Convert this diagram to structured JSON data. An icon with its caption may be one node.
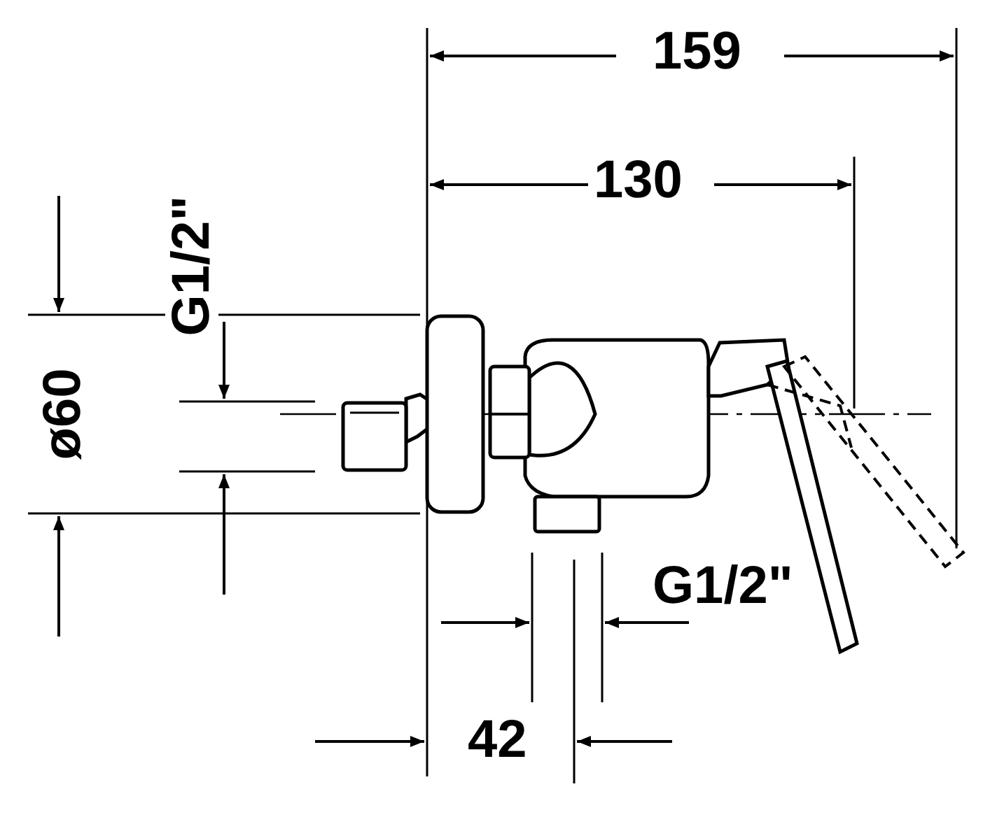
{
  "diagram": {
    "labels": [
      "159",
      "130",
      "G1/2\"",
      "ø60",
      "G1/2\"",
      "42"
    ]
  }
}
